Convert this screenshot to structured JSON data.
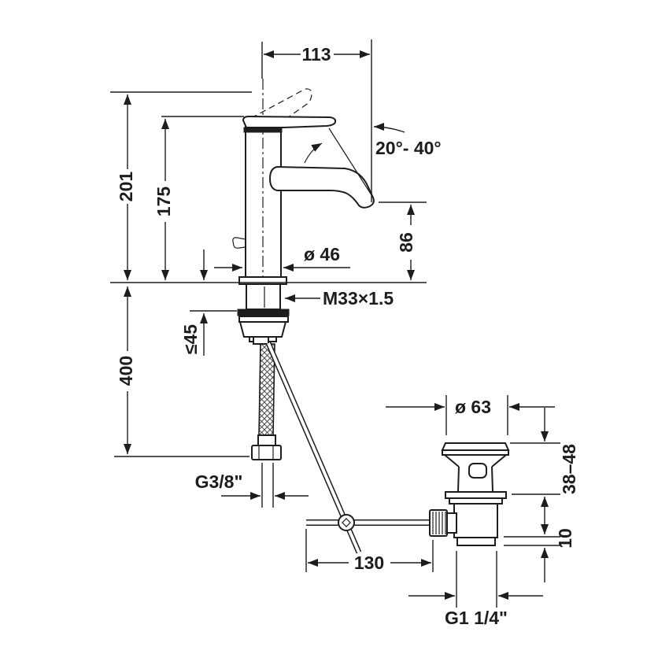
{
  "page": {
    "background": "#ffffff",
    "line_color": "#1d1d1b",
    "subject": "Single-lever basin mixer tap with pop-up waste - dimensional drawing"
  },
  "drawing": {
    "labels": {
      "spout_reach": "113",
      "handle_angle_range": "20°- 40°",
      "total_height": "201",
      "body_height": "175",
      "spout_outlet_height": "86",
      "body_diameter": "ø 46",
      "shank_thread": "M33×1.5",
      "max_deck_thickness": "≤45",
      "hose_length": "400",
      "hose_thread": "G3/8\"",
      "rod_length": "130",
      "waste_flange_diameter": "ø 63",
      "waste_depth_range": "38–48",
      "waste_lip_height": "10",
      "waste_thread": "G1 1/4\""
    }
  }
}
